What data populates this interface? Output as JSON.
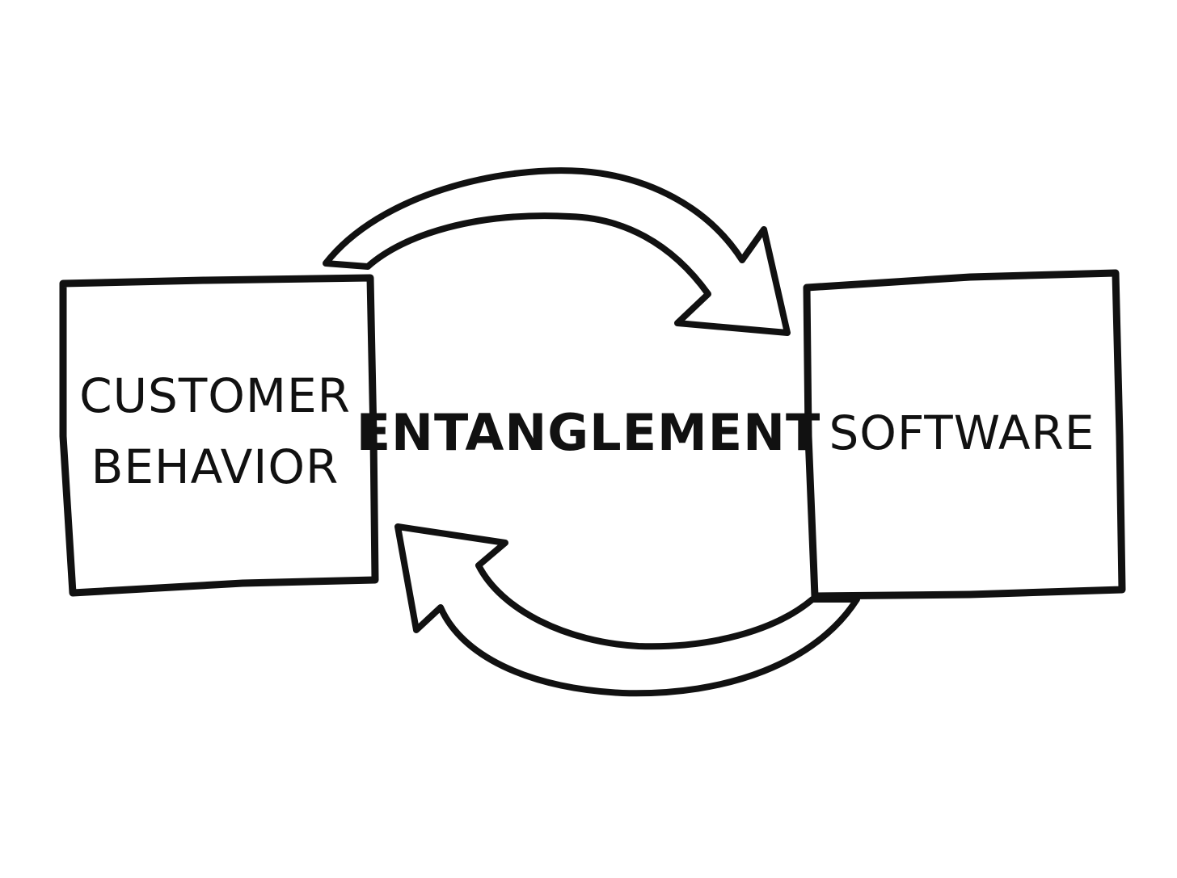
{
  "diagram": {
    "left_box": {
      "lines": [
        "CUSTOMER",
        "BEHAVIOR"
      ]
    },
    "right_box": {
      "label": "SOFTWARE"
    },
    "center": {
      "label": "ENTANGLEMENT"
    },
    "arrows": [
      {
        "from": "CUSTOMER BEHAVIOR",
        "to": "SOFTWARE",
        "curve": "top"
      },
      {
        "from": "SOFTWARE",
        "to": "CUSTOMER BEHAVIOR",
        "curve": "bottom"
      }
    ],
    "colors": {
      "ink": "#111111",
      "background": "#ffffff"
    }
  }
}
